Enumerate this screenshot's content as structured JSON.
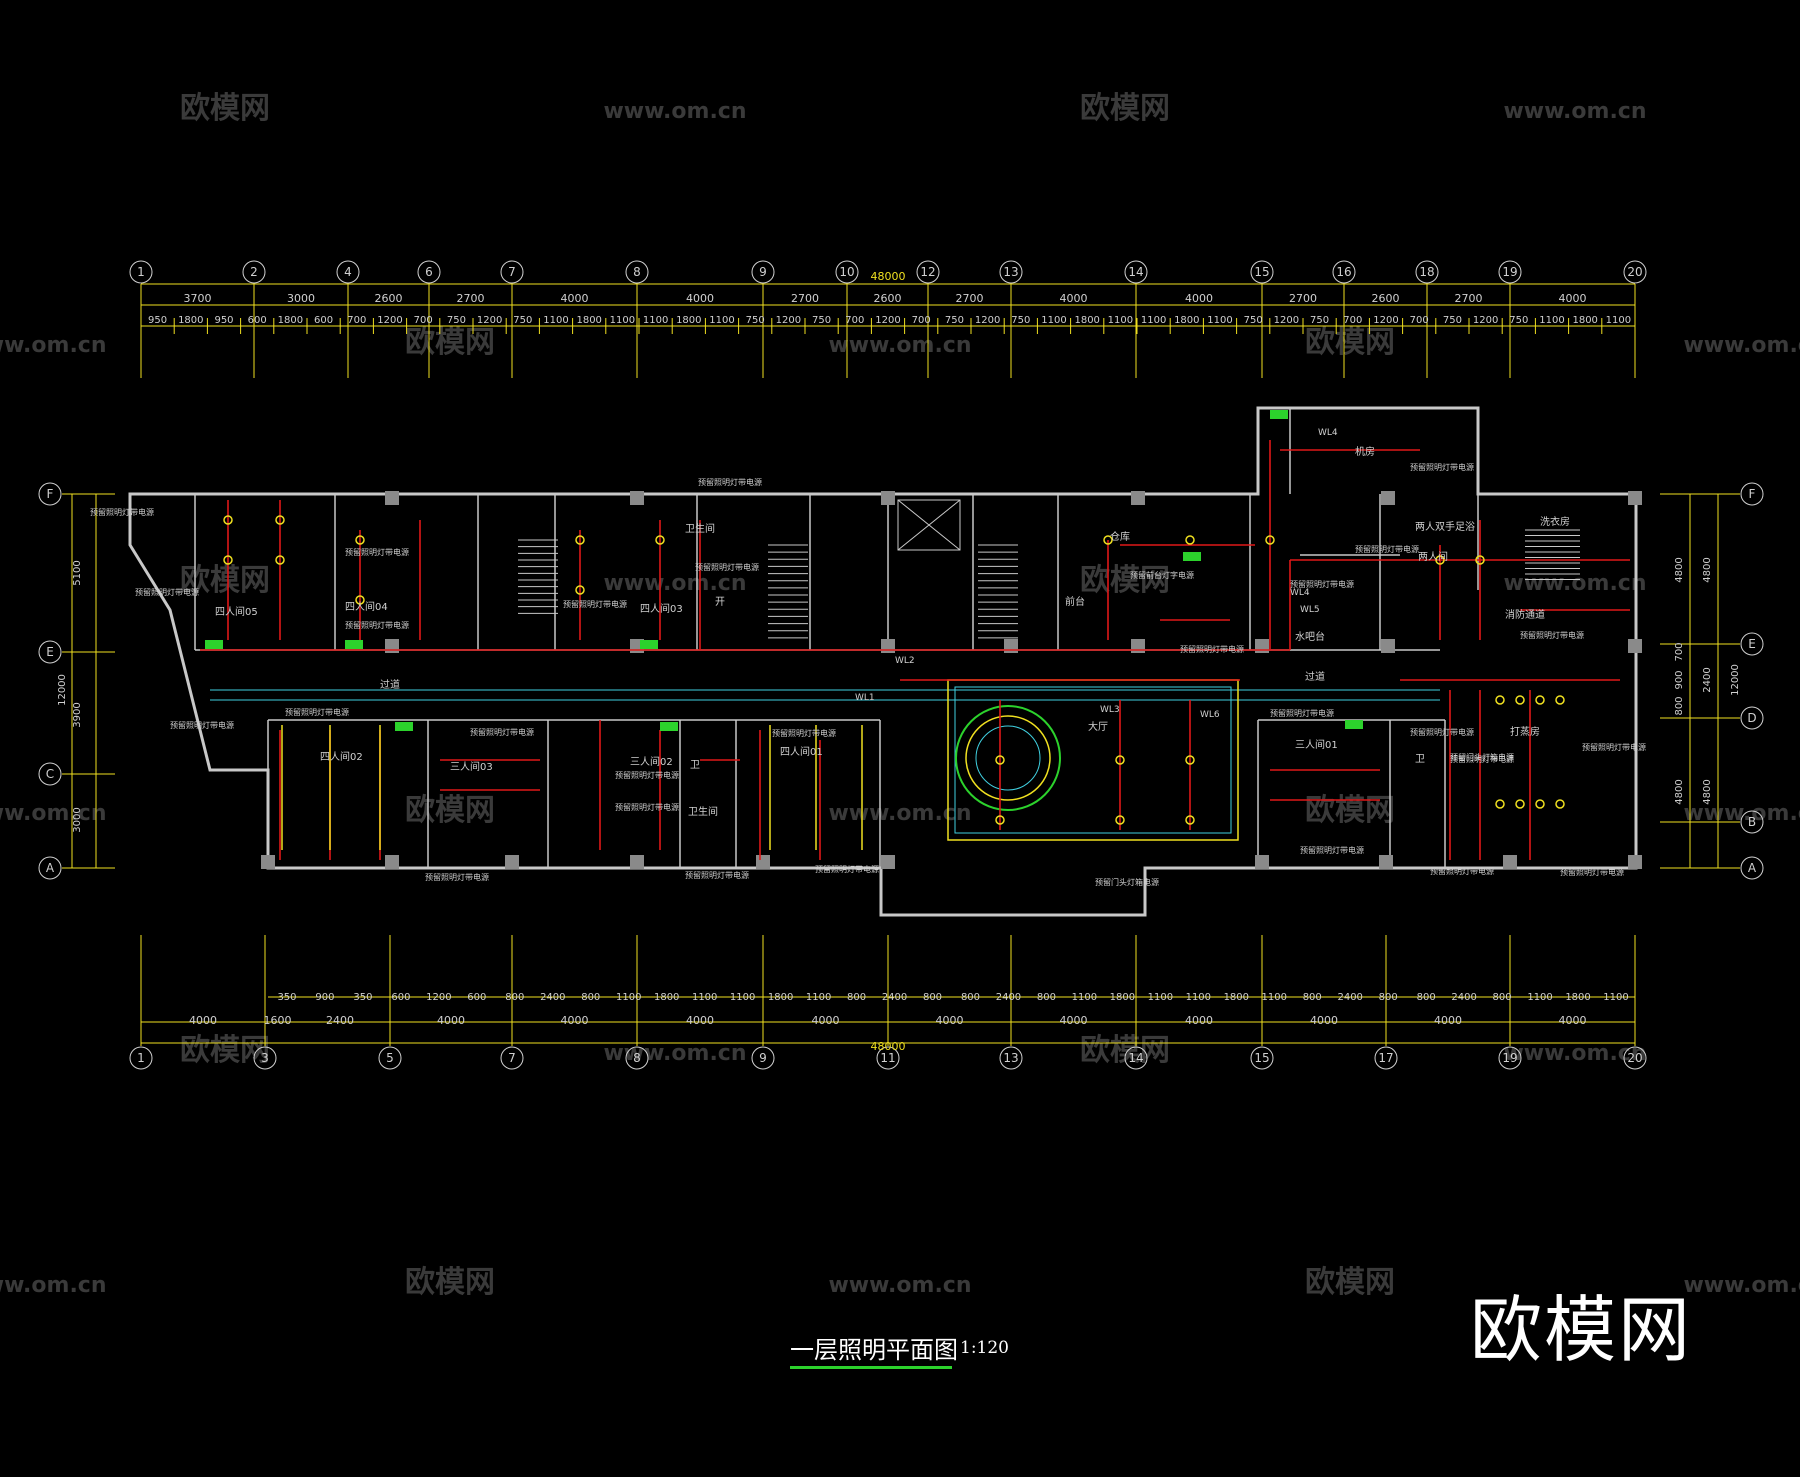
{
  "colors": {
    "background": "#000000",
    "wall": "#c8c8c8",
    "wire": "#e01818",
    "fixture": "#f0e020",
    "label": "#2cd22c",
    "cyan": "#40d0e0",
    "dim": "#d0d0d0"
  },
  "watermark": {
    "brand": "欧模网",
    "url": "www.om.cn"
  },
  "top_axes": [
    "1",
    "2",
    "4",
    "6",
    "7",
    "8",
    "9",
    "10",
    "12",
    "13",
    "14",
    "15",
    "16",
    "18",
    "19",
    "20"
  ],
  "bottom_axes": [
    "1",
    "3",
    "5",
    "7",
    "8",
    "9",
    "11",
    "13",
    "14",
    "15",
    "17",
    "19",
    "20"
  ],
  "left_axes": [
    "F",
    "E",
    "C",
    "A"
  ],
  "right_axes": [
    "F",
    "E",
    "D",
    "B",
    "A"
  ],
  "top_dims_row1": [
    "3700",
    "3000",
    "2600",
    "2700",
    "4000",
    "4000",
    "2700",
    "2600",
    "2700",
    "4000",
    "4000",
    "2700",
    "2600",
    "2700",
    "4000"
  ],
  "top_total": "48000",
  "top_dims_row2": [
    "950",
    "1800",
    "950",
    "600",
    "1800",
    "600",
    "700",
    "1200",
    "700",
    "750",
    "1200",
    "750",
    "1100",
    "1800",
    "1100",
    "1100",
    "1800",
    "1100",
    "750",
    "1200",
    "750",
    "700",
    "1200",
    "700",
    "750",
    "1200",
    "750",
    "1100",
    "1800",
    "1100",
    "1100",
    "1800",
    "1100",
    "750",
    "1200",
    "750",
    "700",
    "1200",
    "700",
    "750",
    "1200",
    "750",
    "1100",
    "1800",
    "1100"
  ],
  "bottom_dims_row1": [
    "350",
    "900",
    "350",
    "600",
    "1200",
    "600",
    "800",
    "2400",
    "800",
    "1100",
    "1800",
    "1100",
    "1100",
    "1800",
    "1100",
    "800",
    "2400",
    "800",
    "800",
    "2400",
    "800",
    "1100",
    "1800",
    "1100",
    "1100",
    "1800",
    "1100",
    "800",
    "2400",
    "800",
    "800",
    "2400",
    "800",
    "1100",
    "1800",
    "1100"
  ],
  "bottom_dims_row2": [
    "4000",
    "1600",
    "2400",
    "4000",
    "4000",
    "4000",
    "4000",
    "4000",
    "4000",
    "4000",
    "4000",
    "4000",
    "4000"
  ],
  "bottom_total": "48000",
  "left_dims_outer": [
    "5100",
    "12000"
  ],
  "left_dims_inner": [
    "3900",
    "3000"
  ],
  "right_dims_inner": [
    "4800",
    "700",
    "900",
    "800",
    "4800"
  ],
  "right_dims_outer": [
    "4800",
    "2400",
    "12000",
    "4800"
  ],
  "rooms": {
    "four_05": "四人间05",
    "four_04": "四人间04",
    "four_03": "四人间03",
    "four_02": "四人间02",
    "four_01": "四人间01",
    "three_03": "三人间03",
    "three_02": "三人间02",
    "three_01": "三人间01",
    "corridor": "过道",
    "corridor2": "过道",
    "hall": "大厅",
    "machine": "机房",
    "warehouse": "仓库",
    "front_desk": "前台",
    "two_person_foot": "两人双手足浴",
    "two_person": "两人间",
    "bar": "水吧台",
    "laundry": "打蒸房",
    "wash_room": "洗衣房",
    "fire_passage": "消防通道",
    "wc1": "卫生间",
    "wc2": "卫生间",
    "wc3": "卫",
    "wc4": "卫",
    "switch": "开"
  },
  "panel_labels": {
    "generic": "预留照明灯带电源",
    "front_desk_power": "预留前台灯字电源",
    "door_power": "预留门头灯箱电源",
    "door_power2": "预留门头灯箱电源"
  },
  "circuits": [
    "WL4",
    "WL2",
    "WL1",
    "WL3",
    "WL6",
    "WL5",
    "WL4"
  ],
  "title": {
    "main": "一层照明平面图",
    "scale": "1:120"
  },
  "logo": "欧模网"
}
